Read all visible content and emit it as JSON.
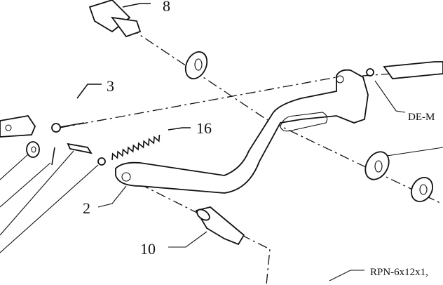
{
  "diagram": {
    "labels": {
      "part8": "8",
      "part3": "3",
      "part16": "16",
      "part2": "2",
      "part10": "10",
      "de": "DE-M",
      "rpn": "RPN-6x12x1,"
    }
  }
}
